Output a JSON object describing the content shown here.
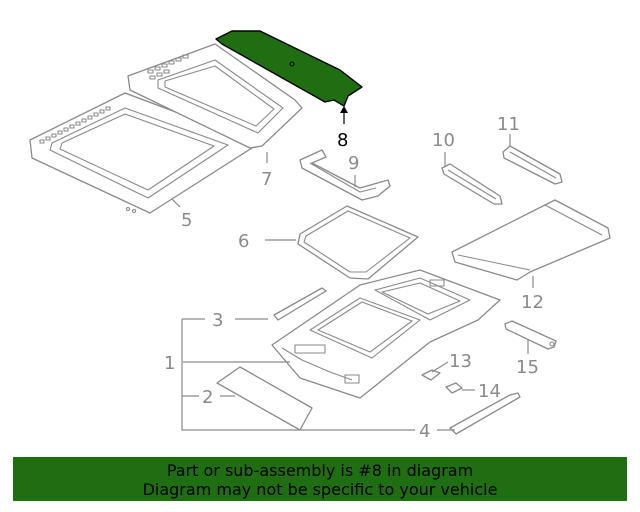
{
  "colors": {
    "highlight": "#1f6e11",
    "line": "#8a8a8a",
    "highlight_label": "#000000",
    "background": "#ffffff"
  },
  "diagram": {
    "highlighted_part": "8",
    "callouts": [
      "1",
      "2",
      "3",
      "4",
      "5",
      "6",
      "7",
      "8",
      "9",
      "10",
      "11",
      "12",
      "13",
      "14",
      "15"
    ]
  },
  "banner": {
    "line1": "Part or sub-assembly is #8 in diagram",
    "line2": "Diagram may not be specific to your vehicle"
  }
}
